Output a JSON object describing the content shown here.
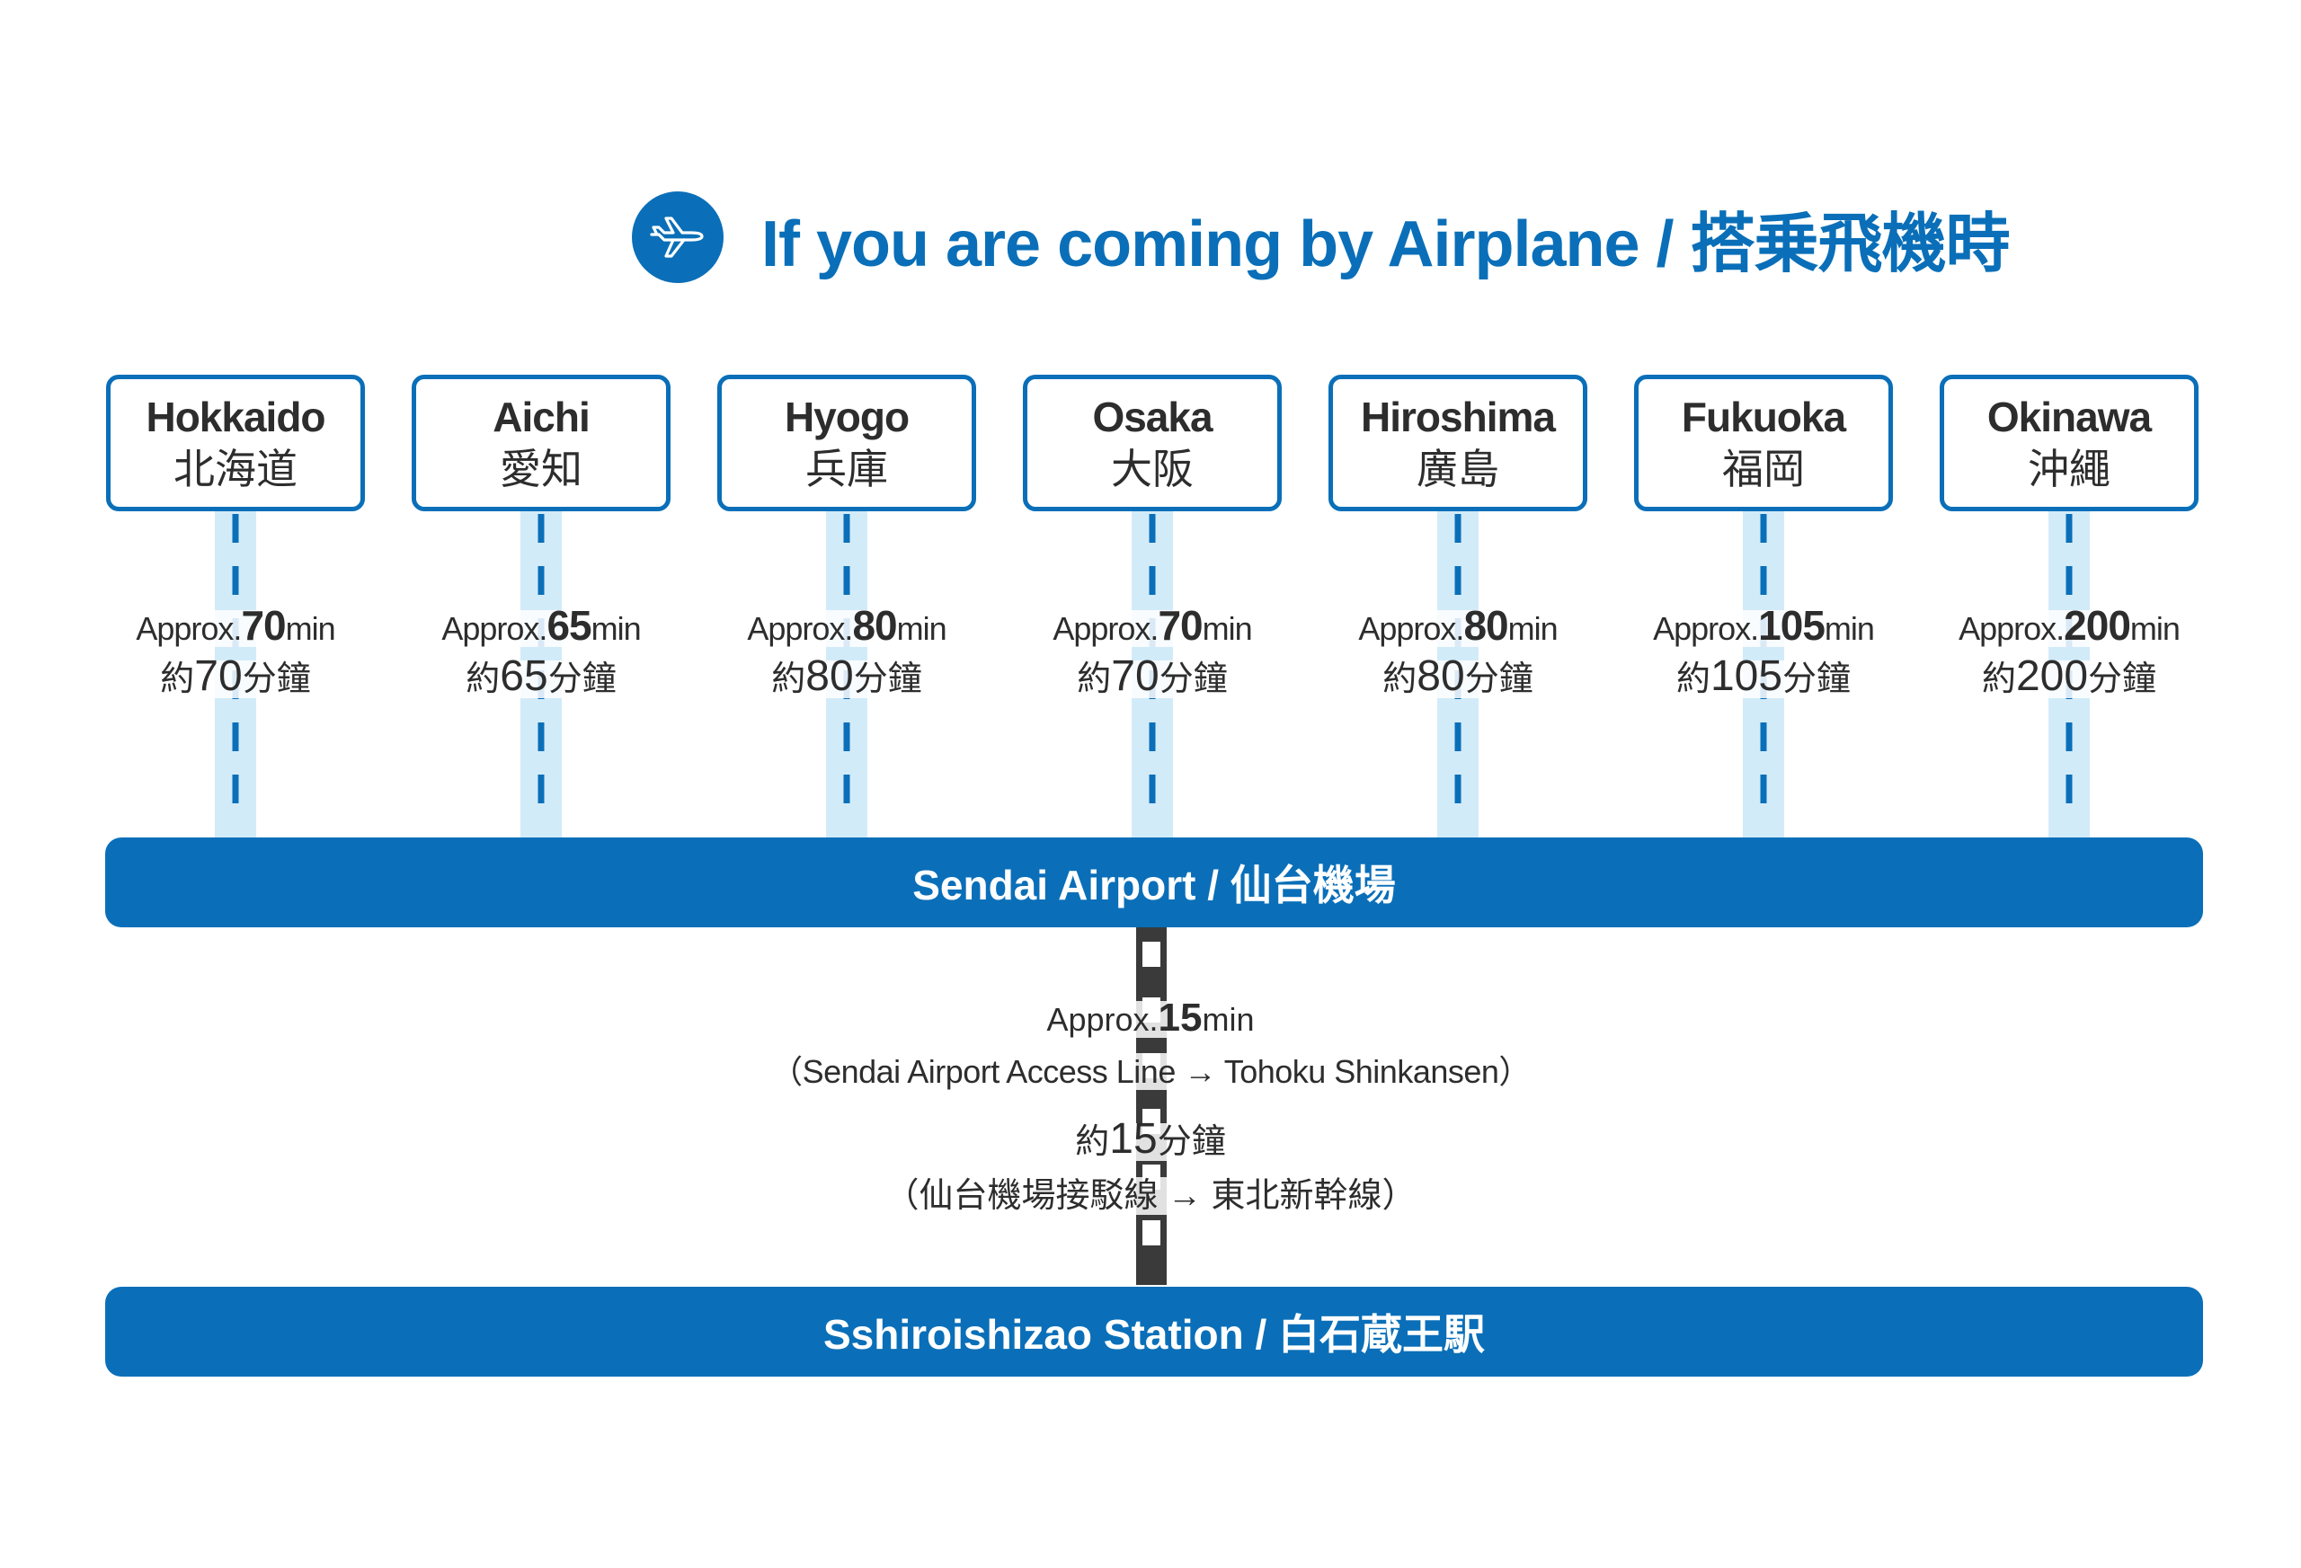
{
  "title": "If you are coming by Airplane / 搭乗飛機時",
  "colors": {
    "accent": "#0a6fb8",
    "light_line": "#d2ebf9",
    "text": "#2d2d2d",
    "rail": "#3a3a3a"
  },
  "icons": {
    "header": "airplane-icon"
  },
  "origins": [
    {
      "en": "Hokkaido",
      "ja": "北海道",
      "time_prefix": "Approx.",
      "time_value": "70",
      "time_unit": "min",
      "ja_prefix": "約",
      "ja_value": "70",
      "ja_unit": "分鐘"
    },
    {
      "en": "Aichi",
      "ja": "愛知",
      "time_prefix": "Approx.",
      "time_value": "65",
      "time_unit": "min",
      "ja_prefix": "約",
      "ja_value": "65",
      "ja_unit": "分鐘"
    },
    {
      "en": "Hyogo",
      "ja": "兵庫",
      "time_prefix": "Approx.",
      "time_value": "80",
      "time_unit": "min",
      "ja_prefix": "約",
      "ja_value": "80",
      "ja_unit": "分鐘"
    },
    {
      "en": "Osaka",
      "ja": "大阪",
      "time_prefix": "Approx.",
      "time_value": "70",
      "time_unit": "min",
      "ja_prefix": "約",
      "ja_value": "70",
      "ja_unit": "分鐘"
    },
    {
      "en": "Hiroshima",
      "ja": "廣島",
      "time_prefix": "Approx.",
      "time_value": "80",
      "time_unit": "min",
      "ja_prefix": "約",
      "ja_value": "80",
      "ja_unit": "分鐘"
    },
    {
      "en": "Fukuoka",
      "ja": "福岡",
      "time_prefix": "Approx.",
      "time_value": "105",
      "time_unit": "min",
      "ja_prefix": "約",
      "ja_value": "105",
      "ja_unit": "分鐘"
    },
    {
      "en": "Okinawa",
      "ja": "沖繩",
      "time_prefix": "Approx.",
      "time_value": "200",
      "time_unit": "min",
      "ja_prefix": "約",
      "ja_value": "200",
      "ja_unit": "分鐘"
    }
  ],
  "airport": {
    "label": "Sendai Airport / 仙台機場"
  },
  "transfer": {
    "en_prefix": "Approx.",
    "en_value": "15",
    "en_unit": "min",
    "en_route": "（Sendai Airport Access Line → Tohoku Shinkansen）",
    "ja_prefix": "約",
    "ja_value": "15",
    "ja_unit": "分鐘",
    "ja_route": "（仙台機場接駁線 → 東北新幹線）"
  },
  "station": {
    "label": "Sshiroishizao Station / 白石蔵王駅"
  }
}
